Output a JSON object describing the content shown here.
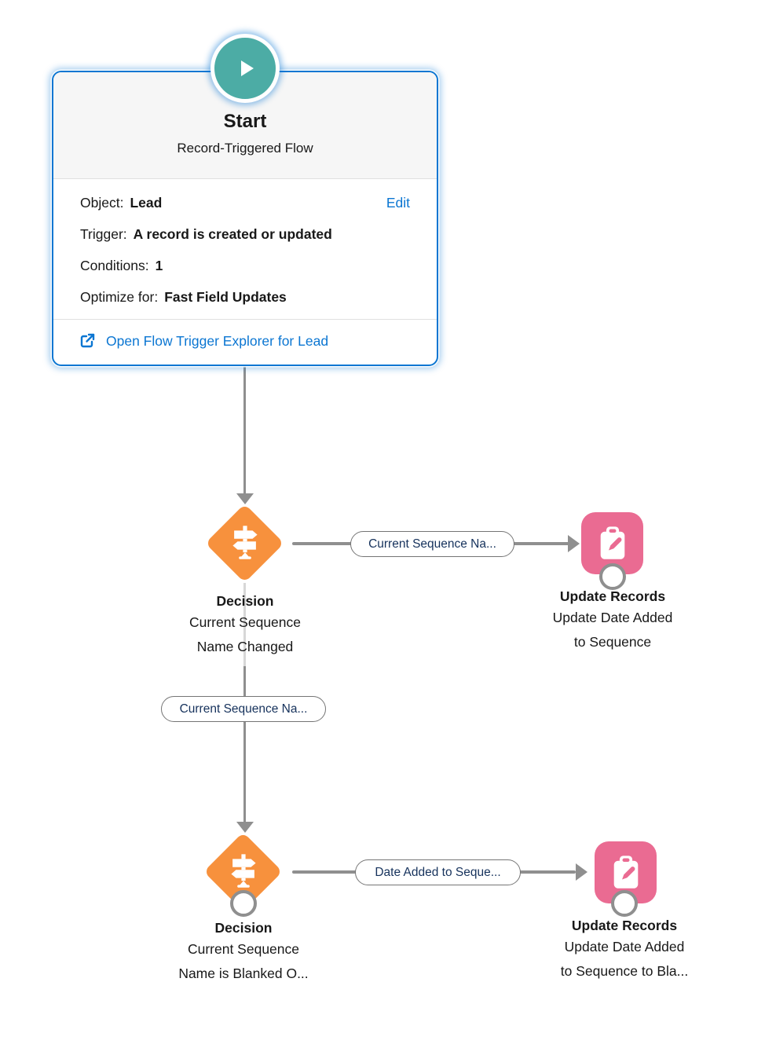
{
  "colors": {
    "accent_blue": "#0b76d2",
    "start_teal": "#4caca5",
    "decision_orange": "#f7913d",
    "update_pink": "#ea6b92",
    "connector_gray": "#8f8f8f",
    "pill_text_navy": "#16325c"
  },
  "start": {
    "title": "Start",
    "subtitle": "Record-Triggered Flow",
    "rows": [
      {
        "label": "Object:",
        "value": "Lead"
      },
      {
        "label": "Trigger:",
        "value": "A record is created or updated"
      },
      {
        "label": "Conditions:",
        "value": "1"
      },
      {
        "label": "Optimize for:",
        "value": "Fast Field Updates"
      }
    ],
    "edit_label": "Edit",
    "explorer_link": "Open Flow Trigger Explorer for Lead"
  },
  "connectors": {
    "branch1_label": "Current Sequence Na...",
    "default_path_label": "Current Sequence Na...",
    "branch2_label": "Date Added to Seque..."
  },
  "decision1": {
    "title": "Decision",
    "name": "Current Sequence\nName Changed"
  },
  "update1": {
    "title": "Update Records",
    "name": "Update Date Added\nto Sequence"
  },
  "decision2": {
    "title": "Decision",
    "name": "Current Sequence\nName is Blanked O..."
  },
  "update2": {
    "title": "Update Records",
    "name": "Update Date Added\nto Sequence to Bla..."
  }
}
